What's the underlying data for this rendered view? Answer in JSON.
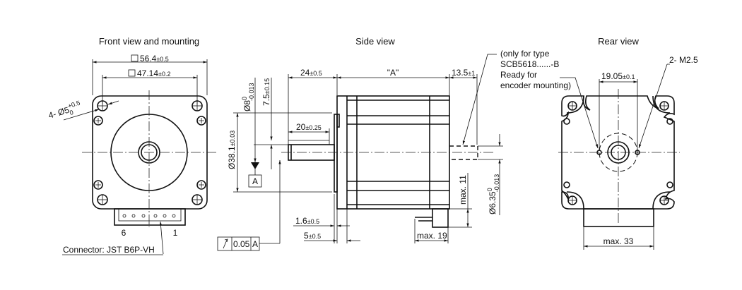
{
  "titles": {
    "front": "Front view and mounting",
    "side": "Side view",
    "rear": "Rear view"
  },
  "front": {
    "outer_square": "56.4",
    "outer_tol": "±0.5",
    "hole_square": "47.14",
    "hole_tol": "±0.2",
    "hole_label": "4- Ø5",
    "hole_tol_upper": "+0.5",
    "hole_tol_lower": "0",
    "pin_left": "6",
    "pin_right": "1",
    "connector": "Connector:  JST  B6P-VH"
  },
  "side": {
    "dim_24": "24",
    "dim_24_tol": "±0.5",
    "dim_A": "\"A\"",
    "dim_13_5": "13.5",
    "dim_13_5_tol": "±1",
    "shaft_dia": "Ø8",
    "shaft_tol_upper": "0",
    "shaft_tol_lower": "-0.013",
    "flat": "7.5",
    "flat_tol": "±0.15",
    "dim_20": "20",
    "dim_20_tol": "±0.25",
    "pilot_dia": "Ø38.1",
    "pilot_tol": "±0.03",
    "datum": "A",
    "dim_1_6": "1.6",
    "dim_1_6_tol": "±0.5",
    "dim_5": "5",
    "dim_5_tol": "±0.5",
    "runout_value": "0.05",
    "runout_datum": "A",
    "max_19": "max. 19",
    "max_11": "max. 11",
    "rear_shaft_dia": "Ø6.35",
    "rear_shaft_tol_upper": "0",
    "rear_shaft_tol_lower": "-0.013",
    "note": [
      "(only for type",
      "SCB5618......-B",
      "Ready for",
      "encoder mounting)"
    ]
  },
  "rear": {
    "dim_19_05": "19.05",
    "dim_19_05_tol": "±0.1",
    "thread": "2- M2.5",
    "max_33": "max. 33"
  }
}
